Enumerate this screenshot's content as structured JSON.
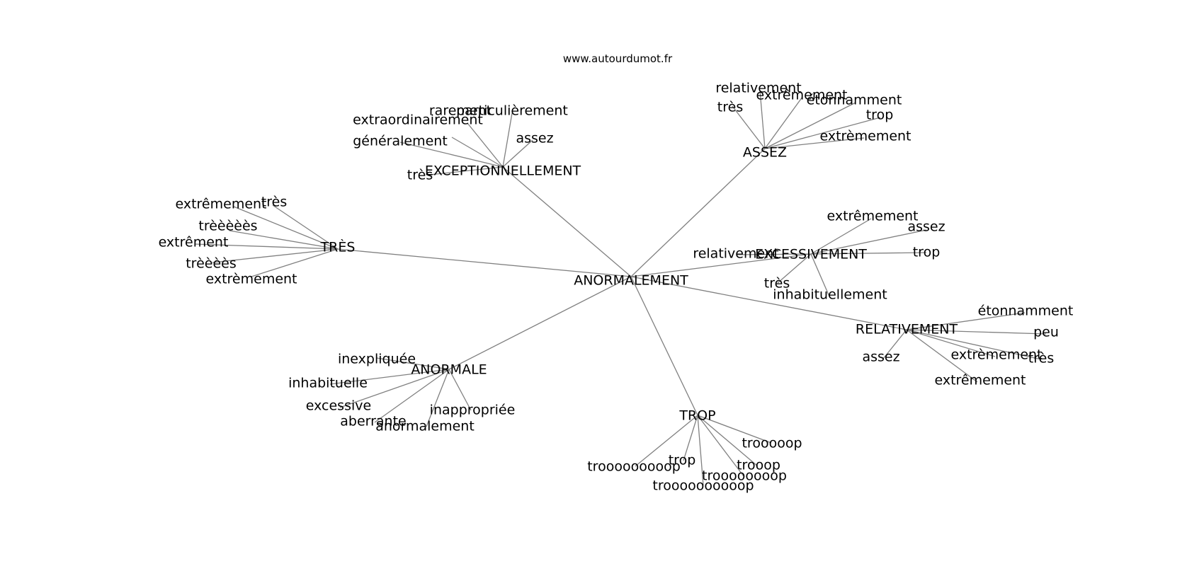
{
  "watermark": "www.autourdumot.fr",
  "graph": {
    "root": "ANORMALEMENT",
    "hubs": [
      {
        "id": "exceptionnellement",
        "label": "EXCEPTIONNELLEMENT",
        "leaves": [
          "extraordinairement",
          "rarement",
          "particulièrement",
          "généralement",
          "assez",
          "très"
        ]
      },
      {
        "id": "assez",
        "label": "ASSEZ",
        "leaves": [
          "relativement",
          "très",
          "extrêmement",
          "étonnamment",
          "trop",
          "extrèmement"
        ]
      },
      {
        "id": "tres",
        "label": "TRÈS",
        "leaves": [
          "extrêmement",
          "très",
          "trèèèèès",
          "extrêment",
          "trèèèès",
          "extrèmement"
        ]
      },
      {
        "id": "excessivement",
        "label": "EXCESSIVEMENT",
        "leaves": [
          "extrêmement",
          "assez",
          "relativement",
          "trop",
          "très",
          "inhabituellement"
        ]
      },
      {
        "id": "relativement",
        "label": "RELATIVEMENT",
        "leaves": [
          "étonnamment",
          "peu",
          "assez",
          "extrèmement",
          "très",
          "extrêmement"
        ]
      },
      {
        "id": "anormale",
        "label": "ANORMALE",
        "leaves": [
          "inexpliquée",
          "inhabituelle",
          "excessive",
          "aberrante",
          "inappropriée",
          "anormalement"
        ]
      },
      {
        "id": "trop",
        "label": "TROP",
        "leaves": [
          "trooooop",
          "trooop",
          "troooooooop",
          "trop",
          "trooooooooop",
          "troooooooooop"
        ]
      }
    ]
  }
}
